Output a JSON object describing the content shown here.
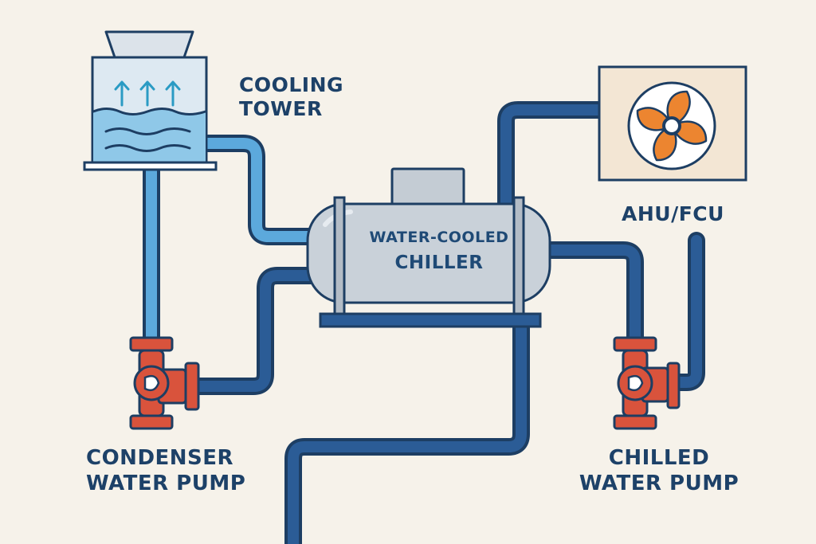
{
  "labels": {
    "cooling_tower": [
      "COOLING",
      "TOWER"
    ],
    "ahu": "AHU/FCU",
    "chiller": [
      "WATER-COOLED",
      "CHILLER"
    ],
    "condenser_pump": [
      "CONDENSER",
      "WATER PUMP"
    ],
    "chilled_pump": [
      "CHILLED",
      "WATER PUMP"
    ]
  },
  "colors": {
    "background": "#f6f2ea",
    "outline": "#1d3e63",
    "pipe_chilled": "#2b5c96",
    "pipe_condenser": "#5ca9dc",
    "pump": "#d9533c",
    "fan": "#ec8530",
    "chiller_body": "#c4ccd4",
    "tower_water": "#8fc8e8"
  },
  "icons": [
    "cooling-tower-icon",
    "air-handler-fan-icon",
    "chiller-tank-icon",
    "pump-icon"
  ]
}
